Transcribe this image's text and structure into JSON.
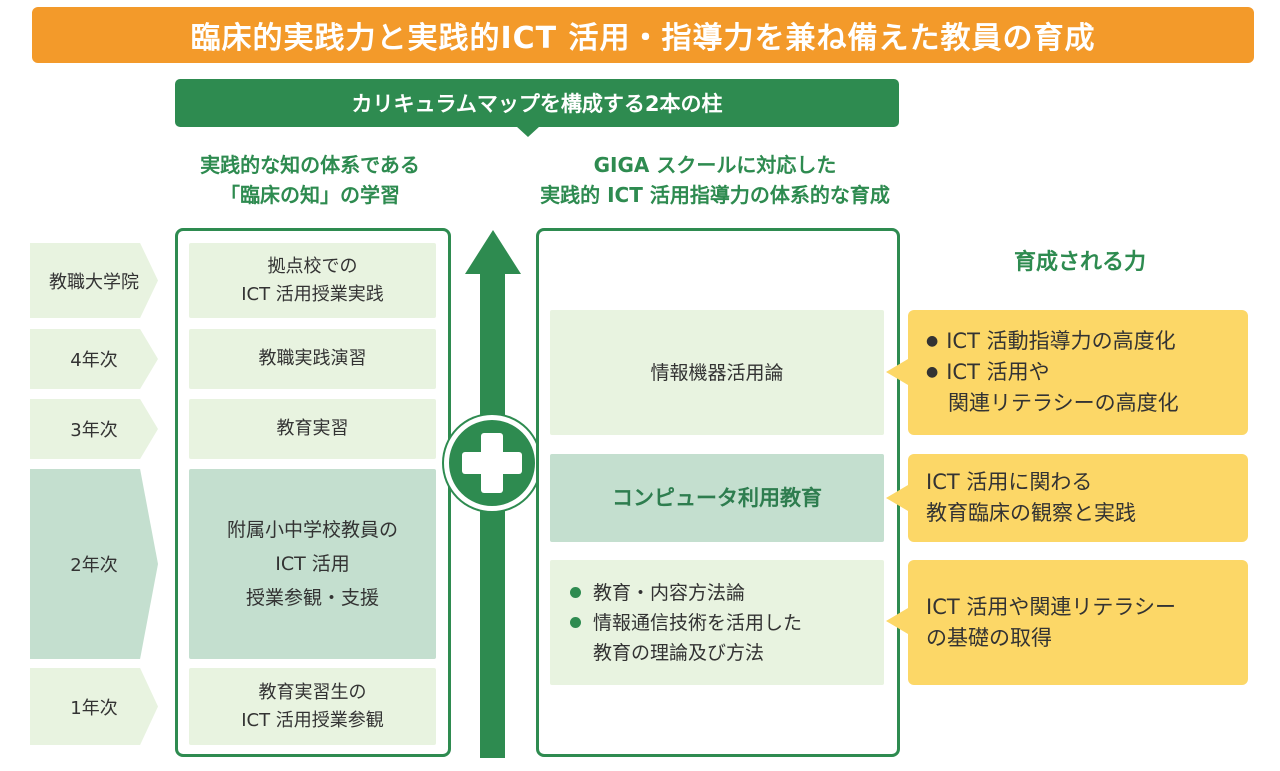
{
  "banner": {
    "title": "臨床的実践力と実践的ICT 活用・指導力を兼ね備えた教員の育成"
  },
  "subbanner": {
    "title": "カリキュラムマップを構成する2本の柱"
  },
  "left_heading": {
    "line1": "実践的な知の体系である",
    "line2": "「臨床の知」の学習"
  },
  "right_heading": {
    "line1": "GIGA スクールに対応した",
    "line2": "実践的 ICT 活用指導力の体系的な育成"
  },
  "years": [
    {
      "label": "教職大学院"
    },
    {
      "label": "4年次"
    },
    {
      "label": "3年次"
    },
    {
      "label": "2年次"
    },
    {
      "label": "1年次"
    }
  ],
  "left_items": [
    {
      "line1": "拠点校での",
      "line2": "ICT 活用授業実践"
    },
    {
      "line1": "教職実践演習"
    },
    {
      "line1": "教育実習"
    },
    {
      "line1": "附属小中学校教員の",
      "line2": "ICT 活用",
      "line3": "授業参観・支援"
    },
    {
      "line1": "教育実習生の",
      "line2": "ICT 活用授業参観"
    }
  ],
  "right_items": {
    "info": "情報機器活用論",
    "computer": "コンピュータ利用教育",
    "bullets": [
      {
        "line1": "教育・内容方法論"
      },
      {
        "line1": "情報通信技術を活用した",
        "line2": "教育の理論及び方法"
      }
    ]
  },
  "abilities": {
    "title": "育成される力",
    "box1": {
      "b1": "ICT 活動指導力の高度化",
      "b2a": "ICT 活用や",
      "b2b": "関連リテラシーの高度化"
    },
    "box2": {
      "line1": "ICT 活用に関わる",
      "line2": "教育臨床の観察と実践"
    },
    "box3": {
      "line1": "ICT 活用や関連リテラシー",
      "line2": "の基礎の取得"
    }
  },
  "colors": {
    "orange": "#f39a2a",
    "green": "#2e8b50",
    "light_green": "#e8f3e0",
    "mid_green": "#c4dfcf",
    "yellow": "#fcd767"
  }
}
